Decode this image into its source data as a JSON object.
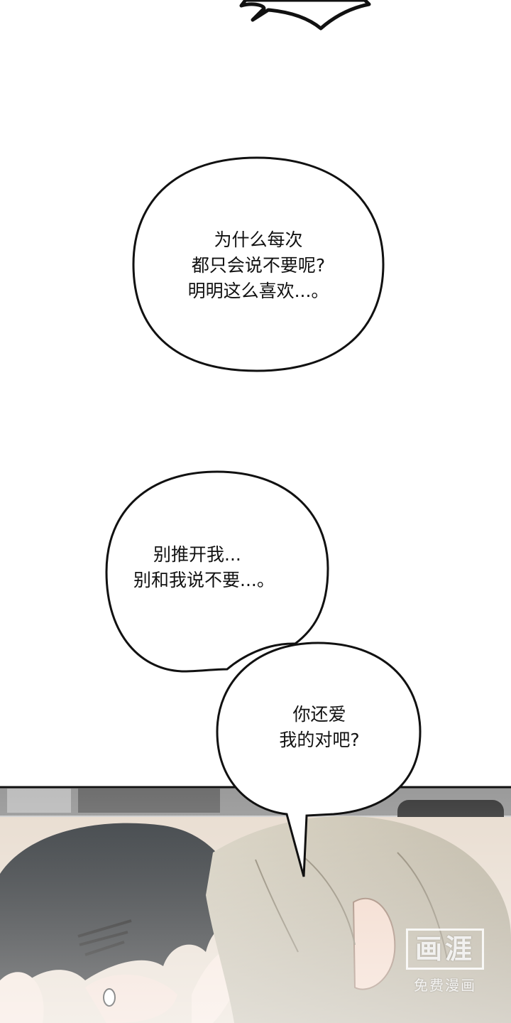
{
  "bubbles": [
    {
      "lines": [
        "为什么每次",
        "都只会说不要呢?",
        "明明这么喜欢...。"
      ]
    },
    {
      "lines": [
        "别推开我...",
        "别和我说不要...。"
      ]
    },
    {
      "lines": [
        "你还爱",
        "我的对吧?"
      ]
    }
  ],
  "watermark": {
    "main": "画涯",
    "sub": "免费漫画"
  }
}
